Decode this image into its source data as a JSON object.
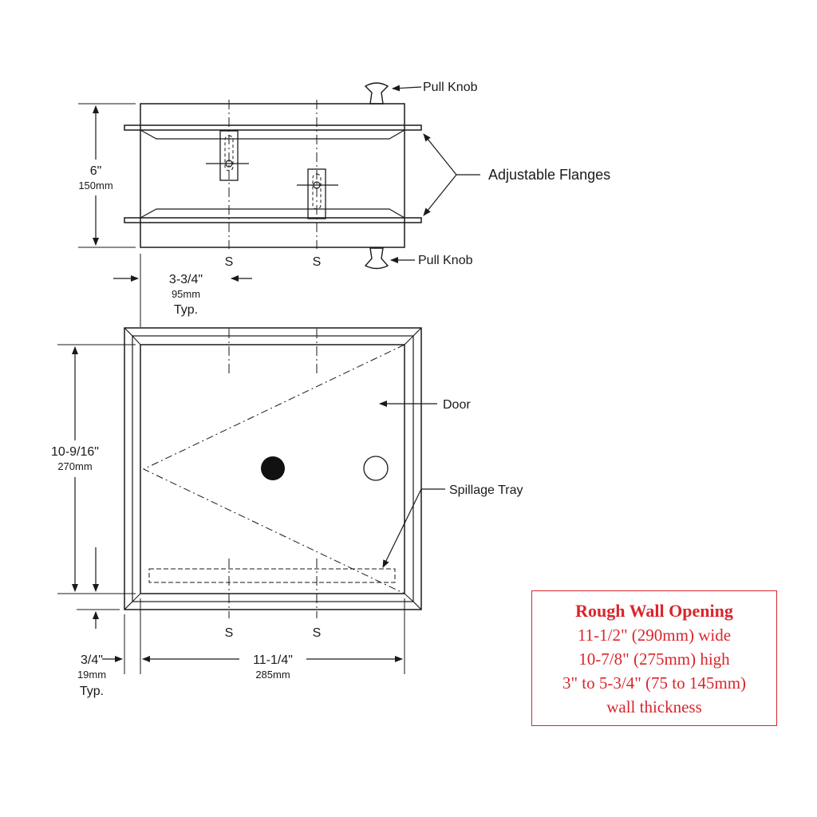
{
  "labels": {
    "pull_knob_top": "Pull Knob",
    "pull_knob_bottom": "Pull Knob",
    "adjustable_flanges": "Adjustable Flanges",
    "door": "Door",
    "spillage_tray": "Spillage Tray",
    "s_marker": "S"
  },
  "dimensions": {
    "depth": {
      "imperial": "6\"",
      "metric": "150mm"
    },
    "offset": {
      "imperial": "3-3/4\"",
      "metric": "95mm",
      "note": "Typ."
    },
    "height": {
      "imperial": "10-9/16\"",
      "metric": "270mm"
    },
    "flange": {
      "imperial": "3/4\"",
      "metric": "19mm",
      "note": "Typ."
    },
    "width": {
      "imperial": "11-1/4\"",
      "metric": "285mm"
    }
  },
  "rough_opening": {
    "title": "Rough Wall Opening",
    "lines": [
      "11-1/2\" (290mm) wide",
      "10-7/8\" (275mm) high",
      "3\" to 5-3/4\" (75 to 145mm)",
      "wall thickness"
    ],
    "color": "#d8262c"
  }
}
